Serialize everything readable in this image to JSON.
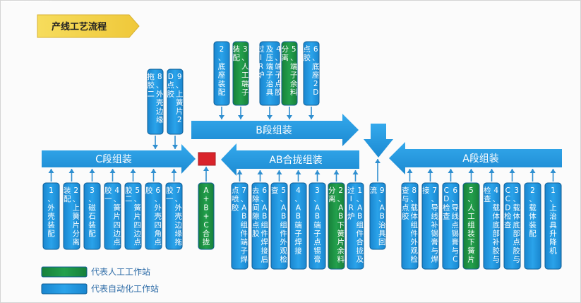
{
  "title": "产线工艺流程",
  "colors": {
    "auto": "#1f8fd6",
    "manual": "#1e8f3f",
    "node": "#d9232a",
    "box_border": "#0d5c94",
    "title_bg": "#f2d24a"
  },
  "flows": {
    "b": {
      "label": "B段组装"
    },
    "c": {
      "label": "C段组装"
    },
    "ab": {
      "label": "AB合拢组装"
    },
    "a": {
      "label": "A段组装"
    }
  },
  "b_stations": [
    {
      "text": "2、底座装配",
      "kind": "auto"
    },
    {
      "text": "3、人工端子装配",
      "kind": "manual"
    },
    {
      "text": "4、端子点胶及压端子治具过IR炉",
      "kind": "auto"
    },
    {
      "text": "5、端子余料分离",
      "kind": "manual"
    },
    {
      "text": "6、底座2D点胶",
      "kind": "auto"
    }
  ],
  "c_top_stations": [
    {
      "text": "8、外壳边缘拖胶二",
      "kind": "auto"
    },
    {
      "text": "9、上簧片2D点胶",
      "kind": "auto"
    }
  ],
  "c_stations": [
    {
      "text": "1、外壳装配",
      "kind": "auto"
    },
    {
      "text": "2、上簧片分离装配",
      "kind": "auto"
    },
    {
      "text": "3、磁石装配",
      "kind": "auto"
    },
    {
      "text": "4、簧片四边点胶一",
      "kind": "auto"
    },
    {
      "text": "5、簧片四边点胶二",
      "kind": "auto"
    },
    {
      "text": "6、外壳四角点胶",
      "kind": "auto"
    },
    {
      "text": "7、外壳边缘拖胶一",
      "kind": "auto"
    }
  ],
  "abc_station": {
    "text": "A+B+C合拢",
    "kind": "manual"
  },
  "ab_stations": [
    {
      "text": "7、AB组件端子焊点喷胶",
      "kind": "auto"
    },
    {
      "text": "6、AB组件焊接后去除间隙点胶",
      "kind": "auto"
    },
    {
      "text": "5、AB组件外观检查",
      "kind": "auto"
    },
    {
      "text": "4、AB端子焊接",
      "kind": "auto"
    },
    {
      "text": "3、AB端子点锡膏",
      "kind": "auto"
    },
    {
      "text": "2、AB下簧片余料分离",
      "kind": "manual"
    },
    {
      "text": "1、AB组件合拢及过IR炉",
      "kind": "auto"
    }
  ],
  "ab_return": {
    "text": "9、AB治具回流",
    "kind": "auto"
  },
  "a_stations": [
    {
      "text": "8、载体组件外观检查与点胶",
      "kind": "auto"
    },
    {
      "text": "7、导线补锡膏与焊接",
      "kind": "auto"
    },
    {
      "text": "6、导线点锡膏与CCD检查",
      "kind": "auto"
    },
    {
      "text": "5、人工组装下簧片",
      "kind": "manual"
    },
    {
      "text": "4、载体底部补胶与检查",
      "kind": "auto"
    },
    {
      "text": "3、载体底部点胶与CCD检查",
      "kind": "auto"
    },
    {
      "text": "2、载体装配",
      "kind": "auto"
    },
    {
      "text": "1、上治具升降机",
      "kind": "auto"
    }
  ],
  "legend": [
    {
      "label": "代表人工工作站",
      "kind": "manual"
    },
    {
      "label": "代表自动化工作站",
      "kind": "auto"
    }
  ]
}
